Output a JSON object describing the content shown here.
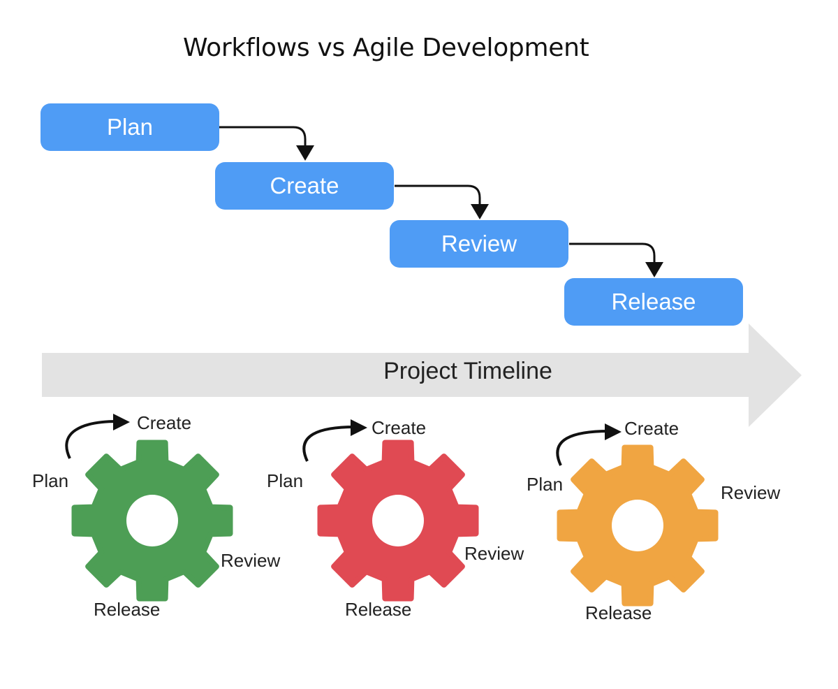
{
  "title": "Workflows vs Agile Development",
  "waterfall": {
    "steps": [
      "Plan",
      "Create",
      "Review",
      "Release"
    ],
    "box_color": "#4f9cf5",
    "text_color": "#ffffff"
  },
  "timeline": {
    "label": "Project Timeline",
    "color": "#e3e3e3"
  },
  "cycles": [
    {
      "color": "#4d9e55",
      "labels": {
        "plan": "Plan",
        "create": "Create",
        "review": "Review",
        "release": "Release"
      }
    },
    {
      "color": "#e04a53",
      "labels": {
        "plan": "Plan",
        "create": "Create",
        "review": "Review",
        "release": "Release"
      }
    },
    {
      "color": "#f0a542",
      "labels": {
        "plan": "Plan",
        "create": "Create",
        "review": "Review",
        "release": "Release"
      }
    }
  ]
}
